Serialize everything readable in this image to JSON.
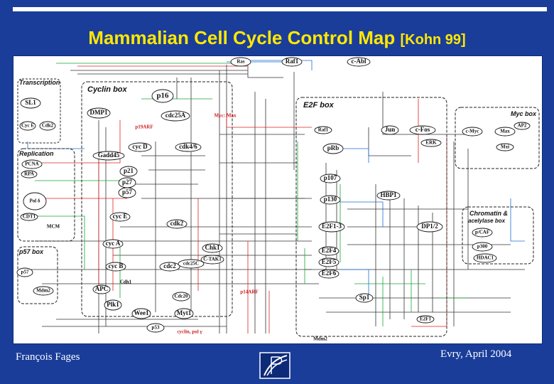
{
  "slide": {
    "title": "Mammalian Cell Cycle Control Map",
    "title_citation": "[Kohn 99]",
    "footer_left": "François Fages",
    "footer_right": "Evry, April 2004"
  },
  "boxes": {
    "transcription": "Transcription",
    "cyclin_box": "Cyclin box",
    "e2f_box": "E2F box",
    "myc_box": "Myc box",
    "replication": "Replication",
    "chromatin": "Chromatin &",
    "chromatin2": "acelylase box",
    "p57_box": "p57 box"
  },
  "proteins": {
    "sl1": "SL1",
    "cycE_trans": "Cyc E",
    "cdk2_trans": "Cdk2",
    "raf1_top": "Raf1",
    "cabl": "c-Abl",
    "ras": "Ras",
    "p16": "p16",
    "dmp1": "DMP1",
    "cdc25a": "cdc25A",
    "myc_max_label": "Myc: Max",
    "cycd": "cyc D",
    "cdk46": "cdk4/6",
    "gadd45": "Gadd45",
    "p21": "p21",
    "p27": "p27",
    "p57_a": "p57",
    "cyce": "cyc E",
    "cyca": "cyc A",
    "cycb": "cyc B",
    "cdk2": "cdk2",
    "cdc2": "cdc2",
    "cdc25c": "cdc25C",
    "chk1": "Chk1",
    "ctak1": "C-TAK1",
    "apc": "APC",
    "cdh1": "Cdh1",
    "plk1": "Plk1",
    "wee1": "Wee1",
    "myt1": "Myt1",
    "cdc20": "Cdc20",
    "p14arf": "p14ARF",
    "p19arf": "p19ARF",
    "pcna": "PCNA",
    "rpa": "RPA",
    "pcna_e": "Pol δ",
    "cdt1": "CDT1",
    "mcm": "MCM",
    "p57_box_protein": "p57",
    "mdm2_left": "Mdm2",
    "raf1_mid": "Raf1",
    "prb": "pRb",
    "p107": "p107",
    "p130": "p130",
    "e2f123": "E2F1-3",
    "e2f4": "E2F4",
    "e2f5": "E2F5",
    "e2f6": "E2F6",
    "dp12": "DP1/2",
    "hbp1": "HBP1",
    "jun": "Jun",
    "cfos": "c-Fos",
    "erk": "ERK",
    "cmyc": "c-Myc",
    "max": "Max",
    "ap2": "AP2",
    "mxi": "Mxi",
    "pcaf": "p/CAF",
    "p300": "p300",
    "hdac1": "HDAC1",
    "sp1": "Sp1",
    "mdm2_bottom": "Mdm2",
    "cyclin_polg": "cyclin, pol γ",
    "p53": "p53",
    "e2f1_bottom": "E2F1"
  }
}
